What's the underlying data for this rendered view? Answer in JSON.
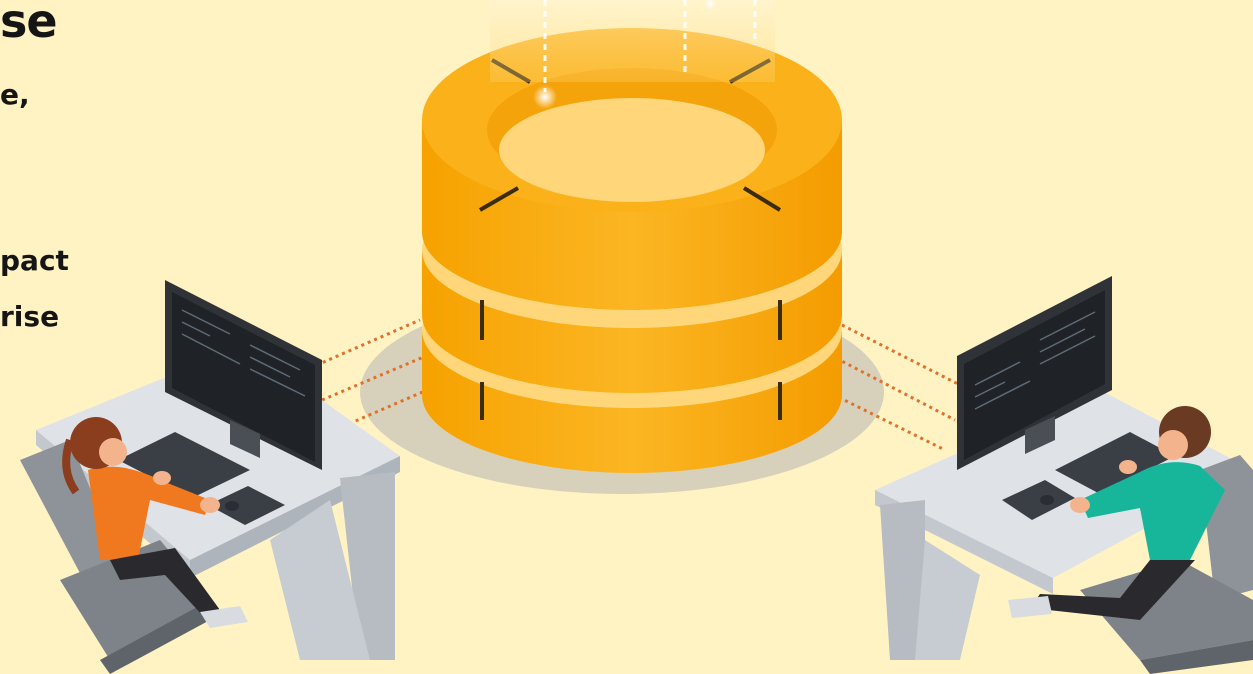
{
  "hero": {
    "text_fragments": {
      "heading_tail": "se",
      "line_1_tail": "e,",
      "line_2_tail": "pact",
      "line_3_tail": "rise"
    }
  },
  "illustration": {
    "colors": {
      "background": "#fff3c4",
      "database_gold": "#f9ae11",
      "database_light": "#ffd77a",
      "database_dark": "#e59400",
      "desk_gray": "#d6dade",
      "monitor_dark": "#2f3338",
      "connector_orange": "#e0702a",
      "left_person_shirt": "#f0781e",
      "right_person_shirt": "#17b59a"
    }
  }
}
